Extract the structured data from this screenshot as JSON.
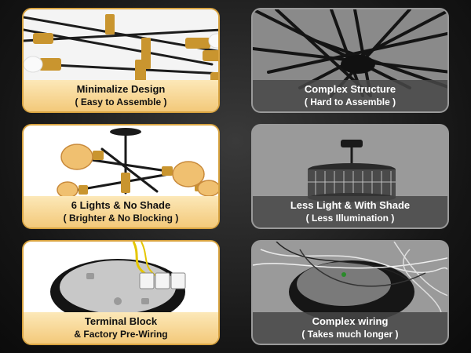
{
  "colors": {
    "gold_accent": "#d9a441",
    "good_caption_bg": "#f3c97a",
    "bad_border": "#9a9a9a",
    "bad_caption_bg": "#464646",
    "page_bg": "#151515"
  },
  "comparisons": [
    {
      "good": {
        "title": "Minimalize Design",
        "subtitle": "( Easy to Assemble )",
        "image": "gold-arm-chandelier-closeup"
      },
      "bad": {
        "title": "Complex Structure",
        "subtitle": "( Hard to Assemble )",
        "image": "black-rod-chandelier-structure"
      }
    },
    {
      "good": {
        "title": "6 Lights & No Shade",
        "subtitle": "( Brighter & No Blocking )",
        "image": "six-bulb-chandelier"
      },
      "bad": {
        "title": "Less Light & With Shade",
        "subtitle": "( Less Illumination )",
        "image": "crystal-shade-chandelier"
      }
    },
    {
      "good": {
        "title": "Terminal Block",
        "subtitle": "& Factory Pre-Wiring",
        "image": "terminal-block-canopy"
      },
      "bad": {
        "title": "Complex wiring",
        "subtitle": "( Takes much longer )",
        "image": "tangled-wiring-canopy"
      }
    }
  ]
}
